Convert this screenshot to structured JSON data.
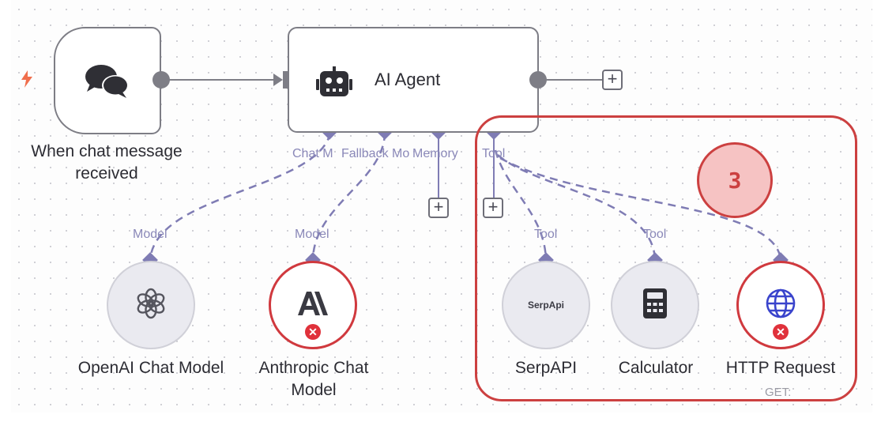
{
  "canvas": {
    "trigger": {
      "title_line1": "When chat message",
      "title_line2": "received"
    },
    "agent": {
      "label": "AI Agent"
    },
    "connectors": {
      "chat_model": "Chat M",
      "fallback_model": "Fallback Mo",
      "memory": "Memory",
      "tool": "Tool"
    },
    "sub_nodes": [
      {
        "title_line1": "OpenAI Chat Model",
        "title_line2": "",
        "input_label": "Model",
        "error": false
      },
      {
        "title_line1": "Anthropic Chat",
        "title_line2": "Model",
        "input_label": "Model",
        "error": true
      },
      {
        "title_line1": "SerpAPI",
        "title_line2": "",
        "input_label": "Tool",
        "error": false,
        "icon_text": "SerpApi"
      },
      {
        "title_line1": "Calculator",
        "title_line2": "",
        "input_label": "Tool",
        "error": false
      },
      {
        "title_line1": "HTTP Request",
        "title_line2": "",
        "input_label": "",
        "subtitle": "GET:",
        "error": true
      }
    ],
    "plus_symbol": "+",
    "error_symbol": "✕",
    "step_badge": "3",
    "colors": {
      "connector": "#7f7cb4",
      "node_border": "#7d7d85",
      "error": "#d0393e",
      "highlight": "#cc4040",
      "trigger_icon": "#f06e4c"
    },
    "icons": [
      "lightning-icon",
      "chat-bubbles-icon",
      "robot-icon",
      "openai-icon",
      "anthropic-icon",
      "serpapi-icon",
      "calculator-icon",
      "globe-icon"
    ]
  }
}
